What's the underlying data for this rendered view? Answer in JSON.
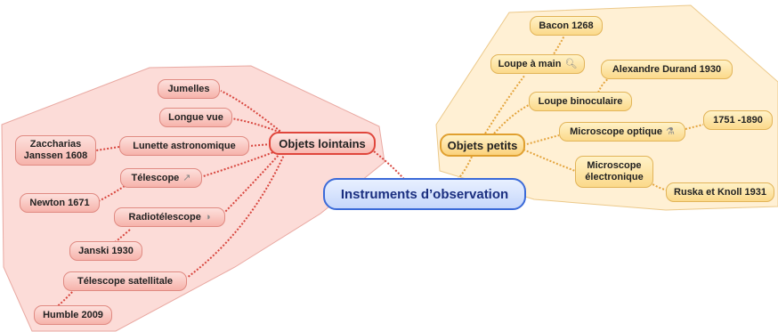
{
  "colors": {
    "red_group_fill": "#fcdcd8",
    "red_link": "#d8463e",
    "orange_group_fill": "#fff0d4",
    "orange_link": "#e4a43c",
    "root_border": "#3b6ad8"
  },
  "root": {
    "label": "Instruments d’observation"
  },
  "objets_lointains": {
    "label": "Objets lointains",
    "jumelles": "Jumelles",
    "longue_vue": "Longue vue",
    "lunette": "Lunette astronomique",
    "lunette_inventor": "Zaccharias\nJanssen 1608",
    "telescope": "Télescope",
    "telescope_icon": "telescope-icon",
    "telescope_inventor": "Newton 1671",
    "radiotelescope": "Radiotélescope",
    "radiotelescope_icon": "satellite-dish-icon",
    "radiotelescope_inventor": "Janski 1930",
    "telescope_satellitale": "Télescope satellitale",
    "satellitale_inventor": "Humble 2009"
  },
  "objets_petits": {
    "label": "Objets petits",
    "loupe_main": "Loupe à main",
    "loupe_main_icon": "magnifier-icon",
    "loupe_main_inventor": "Bacon 1268",
    "loupe_binoculaire": "Loupe binoculaire",
    "loupe_binoculaire_inventor": "Alexandre Durand 1930",
    "microscope_optique": "Microscope optique",
    "microscope_optique_icon": "microscope-icon",
    "microscope_optique_dates": "1751 -1890",
    "microscope_electronique": "Microscope\nélectronique",
    "microscope_electronique_inventor": "Ruska et Knoll 1931"
  }
}
